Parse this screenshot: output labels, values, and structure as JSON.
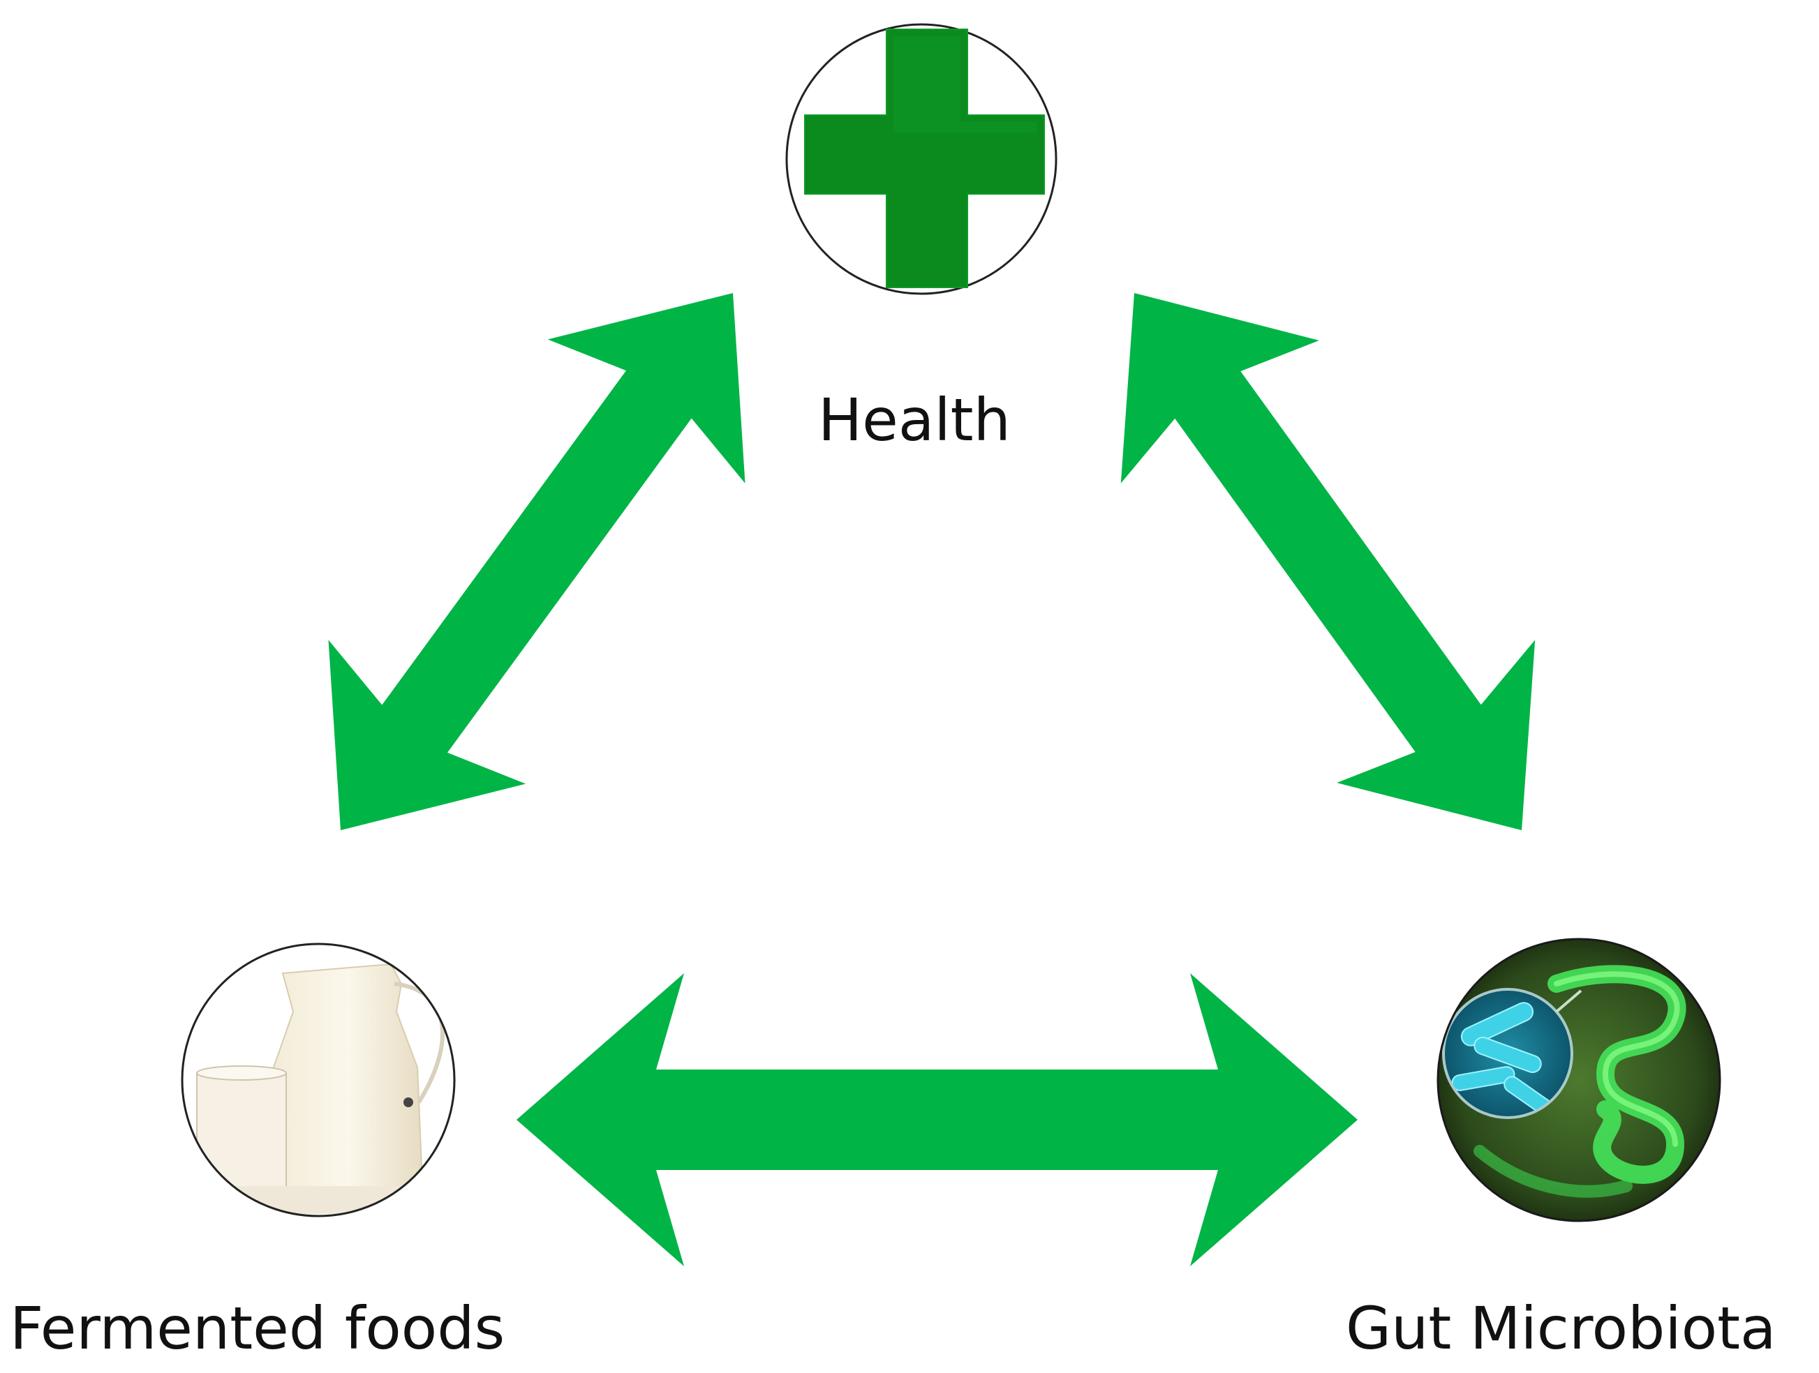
{
  "nodes": {
    "health": {
      "label": "Health",
      "icon": "health-cross-icon",
      "color": "#0b8a1e"
    },
    "fermented_foods": {
      "label": "Fermented foods",
      "icon": "milk-jug-and-glass-icon"
    },
    "gut_microbiota": {
      "label": "Gut Microbiota",
      "icon": "gut-bacteria-icon"
    }
  },
  "arrows": [
    {
      "from": "fermented_foods",
      "to": "health",
      "direction": "bidirectional"
    },
    {
      "from": "health",
      "to": "gut_microbiota",
      "direction": "bidirectional"
    },
    {
      "from": "fermented_foods",
      "to": "gut_microbiota",
      "direction": "bidirectional"
    }
  ],
  "colors": {
    "arrow": "#00b446",
    "cross": "#0b8a1e",
    "bacteria": "#2bb4c8",
    "gut": "#35d24a"
  }
}
